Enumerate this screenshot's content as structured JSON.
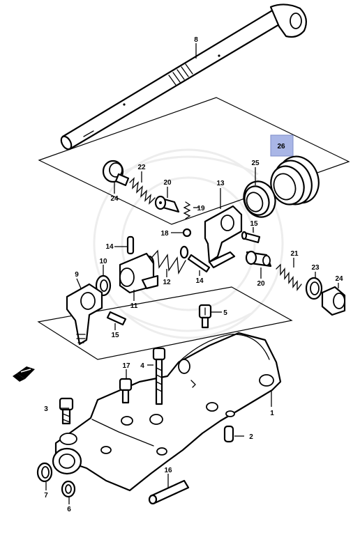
{
  "diagram": {
    "highlight_color": "#a9b6e6",
    "line_color": "#000000",
    "callouts": {
      "c1": "1",
      "c2": "2",
      "c3": "3",
      "c4": "4",
      "c5": "5",
      "c6": "6",
      "c7": "7",
      "c8": "8",
      "c9": "9",
      "c10": "10",
      "c11": "11",
      "c12": "12",
      "c13": "13",
      "c14a": "14",
      "c14b": "14",
      "c15a": "15",
      "c15b": "15",
      "c16": "16",
      "c17": "17",
      "c18": "18",
      "c19": "19",
      "c20a": "20",
      "c20b": "20",
      "c21": "21",
      "c22": "22",
      "c23": "23",
      "c24a": "24",
      "c24b": "24",
      "c25": "25",
      "c26": "26"
    }
  }
}
